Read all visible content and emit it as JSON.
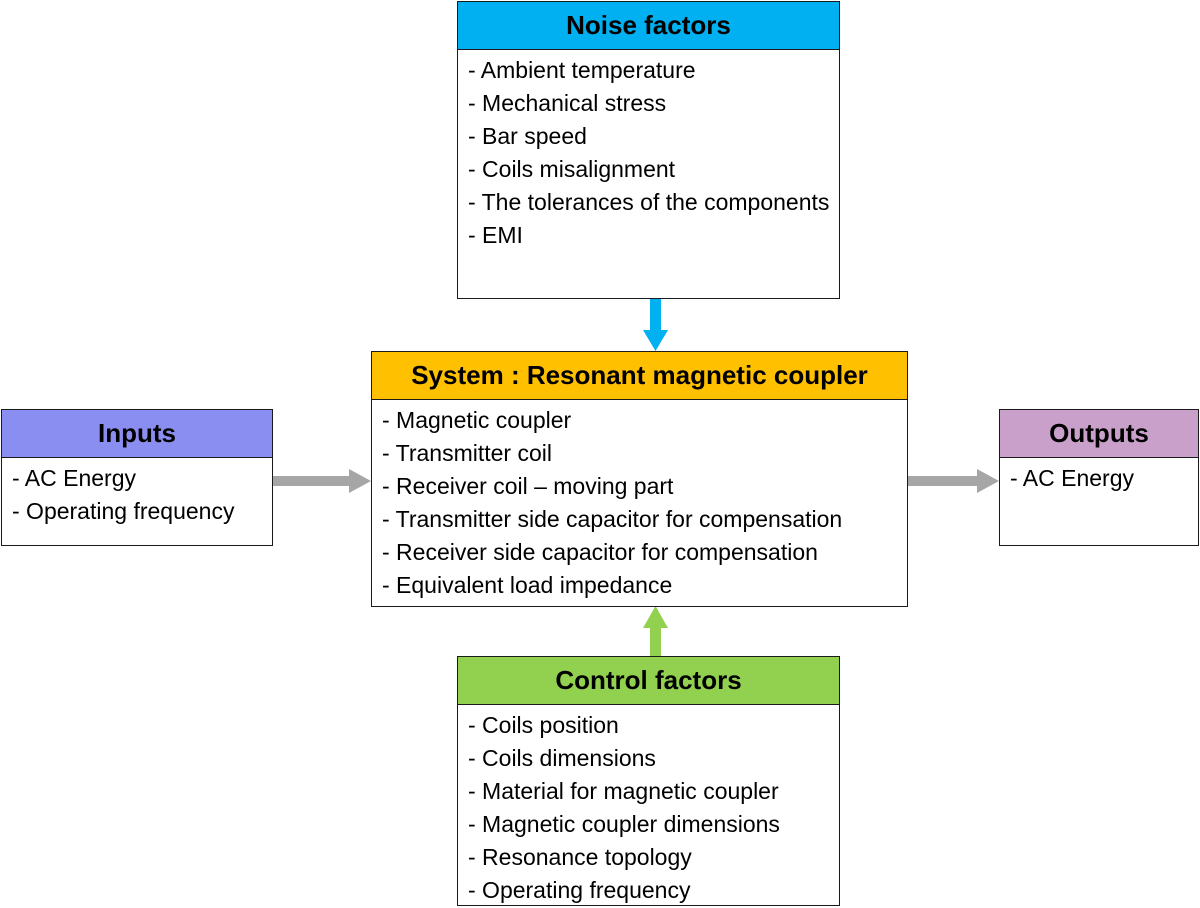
{
  "colors": {
    "noise": "#00b0f0",
    "system": "#ffc000",
    "inputs": "#8a8ef0",
    "outputs": "#c9a0c9",
    "control": "#92d050",
    "gray_arrow": "#a6a6a6",
    "blue_arrow": "#00b0f0",
    "green_arrow": "#92d050"
  },
  "noise": {
    "title": "Noise factors",
    "items": [
      "- Ambient temperature",
      "- Mechanical stress",
      "- Bar speed",
      "- Coils misalignment",
      "- The tolerances of the components",
      "- EMI"
    ]
  },
  "system": {
    "title": "System : Resonant magnetic coupler",
    "items": [
      "- Magnetic coupler",
      "- Transmitter coil",
      "- Receiver coil – moving part",
      "- Transmitter side capacitor for compensation",
      "- Receiver side capacitor for compensation",
      "- Equivalent load impedance"
    ]
  },
  "inputs": {
    "title": "Inputs",
    "items": [
      "- AC Energy",
      "- Operating frequency"
    ]
  },
  "outputs": {
    "title": "Outputs",
    "items": [
      "- AC Energy"
    ]
  },
  "control": {
    "title": "Control factors",
    "items": [
      "- Coils position",
      "- Coils dimensions",
      "- Material for magnetic coupler",
      "- Magnetic coupler dimensions",
      "- Resonance topology",
      "- Operating frequency"
    ]
  }
}
